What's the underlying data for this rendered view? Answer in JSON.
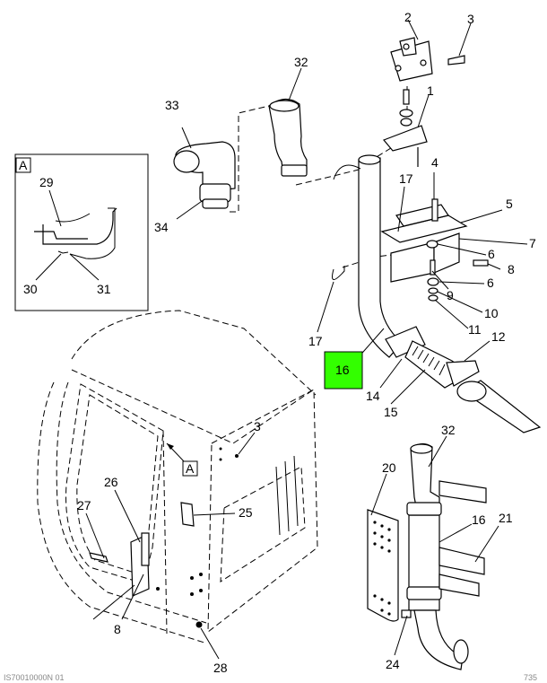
{
  "callouts": [
    {
      "id": "c2",
      "text": "2"
    },
    {
      "id": "c3a",
      "text": "3"
    },
    {
      "id": "c32a",
      "text": "32"
    },
    {
      "id": "c33",
      "text": "33"
    },
    {
      "id": "c1",
      "text": "1"
    },
    {
      "id": "c34",
      "text": "34"
    },
    {
      "id": "c4",
      "text": "4"
    },
    {
      "id": "c17a",
      "text": "17"
    },
    {
      "id": "c5",
      "text": "5"
    },
    {
      "id": "c6a",
      "text": "6"
    },
    {
      "id": "c7",
      "text": "7"
    },
    {
      "id": "c8a",
      "text": "8"
    },
    {
      "id": "c9",
      "text": "9"
    },
    {
      "id": "c6b",
      "text": "6"
    },
    {
      "id": "c10",
      "text": "10"
    },
    {
      "id": "c11",
      "text": "11"
    },
    {
      "id": "c17b",
      "text": "17"
    },
    {
      "id": "c12",
      "text": "12"
    },
    {
      "id": "c14",
      "text": "14"
    },
    {
      "id": "c15",
      "text": "15"
    },
    {
      "id": "c3b",
      "text": "3"
    },
    {
      "id": "c32b",
      "text": "32"
    },
    {
      "id": "c20",
      "text": "20"
    },
    {
      "id": "c16b",
      "text": "16"
    },
    {
      "id": "c21",
      "text": "21"
    },
    {
      "id": "c26",
      "text": "26"
    },
    {
      "id": "c25",
      "text": "25"
    },
    {
      "id": "c27",
      "text": "27"
    },
    {
      "id": "c8b",
      "text": "8"
    },
    {
      "id": "c28",
      "text": "28"
    },
    {
      "id": "c24",
      "text": "24"
    },
    {
      "id": "c29",
      "text": "29"
    },
    {
      "id": "c30",
      "text": "30"
    },
    {
      "id": "c31",
      "text": "31"
    }
  ],
  "highlight": {
    "text": "16",
    "color": "#33ff00"
  },
  "detail_view": {
    "letter": "A"
  },
  "view_marker": {
    "letter": "A"
  },
  "footer": {
    "left": "IS70010000N 01",
    "right": "735"
  }
}
